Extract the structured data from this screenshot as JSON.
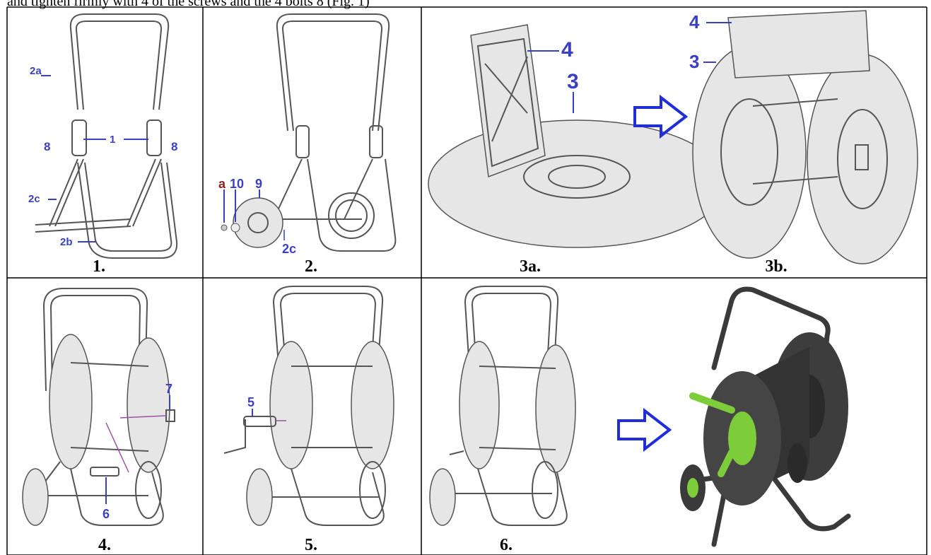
{
  "header": {
    "text": "and tighten firmly with 4 of the screws and the 4 bolts 8 (Fig. 1)"
  },
  "panels": [
    {
      "id": "p1",
      "step_label": "1.",
      "callouts": [
        "2a",
        "8",
        "1",
        "8",
        "2c",
        "2b"
      ]
    },
    {
      "id": "p2",
      "step_label": "2.",
      "callouts": [
        "a",
        "10",
        "9",
        "2c"
      ]
    },
    {
      "id": "p3a",
      "step_label": "3a.",
      "callouts": [
        "4",
        "3"
      ]
    },
    {
      "id": "p3b",
      "step_label": "3b.",
      "callouts": [
        "4",
        "3"
      ]
    },
    {
      "id": "p4",
      "step_label": "4.",
      "callouts": [
        "7",
        "6"
      ]
    },
    {
      "id": "p5",
      "step_label": "5.",
      "callouts": [
        "5"
      ]
    },
    {
      "id": "p6",
      "step_label": "6.",
      "callouts": []
    },
    {
      "id": "p7",
      "step_label": "",
      "callouts": []
    }
  ],
  "colors": {
    "callout": "#3b3fc4",
    "callout_red": "#8b1f1f",
    "arrow": "#1f2ed6",
    "green": "#7dcc3a",
    "dark": "#3a3a3a"
  },
  "icons": [
    "right-arrow-icon"
  ]
}
